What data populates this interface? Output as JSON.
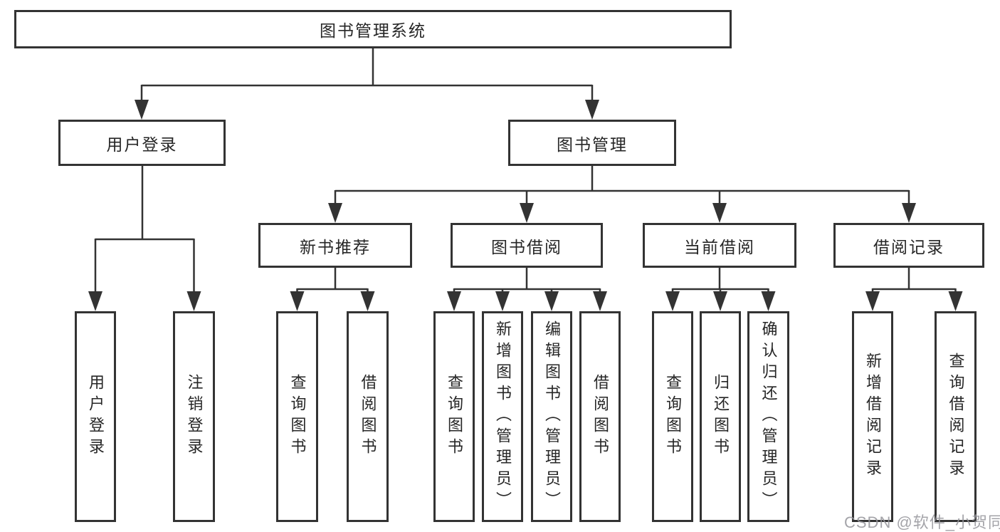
{
  "diagram": {
    "root": {
      "label": "图书管理系统",
      "children": [
        {
          "label": "用户登录",
          "children": [
            {
              "label": "用户登录"
            },
            {
              "label": "注销登录"
            }
          ]
        },
        {
          "label": "图书管理",
          "children": [
            {
              "label": "新书推荐",
              "children": [
                {
                  "label": "查询图书"
                },
                {
                  "label": "借阅图书"
                }
              ]
            },
            {
              "label": "图书借阅",
              "children": [
                {
                  "label": "查询图书"
                },
                {
                  "label": "新增图书（管理员）"
                },
                {
                  "label": "编辑图书（管理员）"
                },
                {
                  "label": "借阅图书"
                }
              ]
            },
            {
              "label": "当前借阅",
              "children": [
                {
                  "label": "查询图书"
                },
                {
                  "label": "归还图书"
                },
                {
                  "label": "确认归还（管理员）"
                }
              ]
            },
            {
              "label": "借阅记录",
              "children": [
                {
                  "label": "新增借阅记录"
                },
                {
                  "label": "查询借阅记录"
                }
              ]
            }
          ]
        }
      ]
    },
    "watermark": "CSDN @软件_小贺同学",
    "colors": {
      "line": "#333333",
      "text": "#262626",
      "watermark": "rgba(148,148,154,0.85)",
      "background": "#ffffff"
    }
  }
}
